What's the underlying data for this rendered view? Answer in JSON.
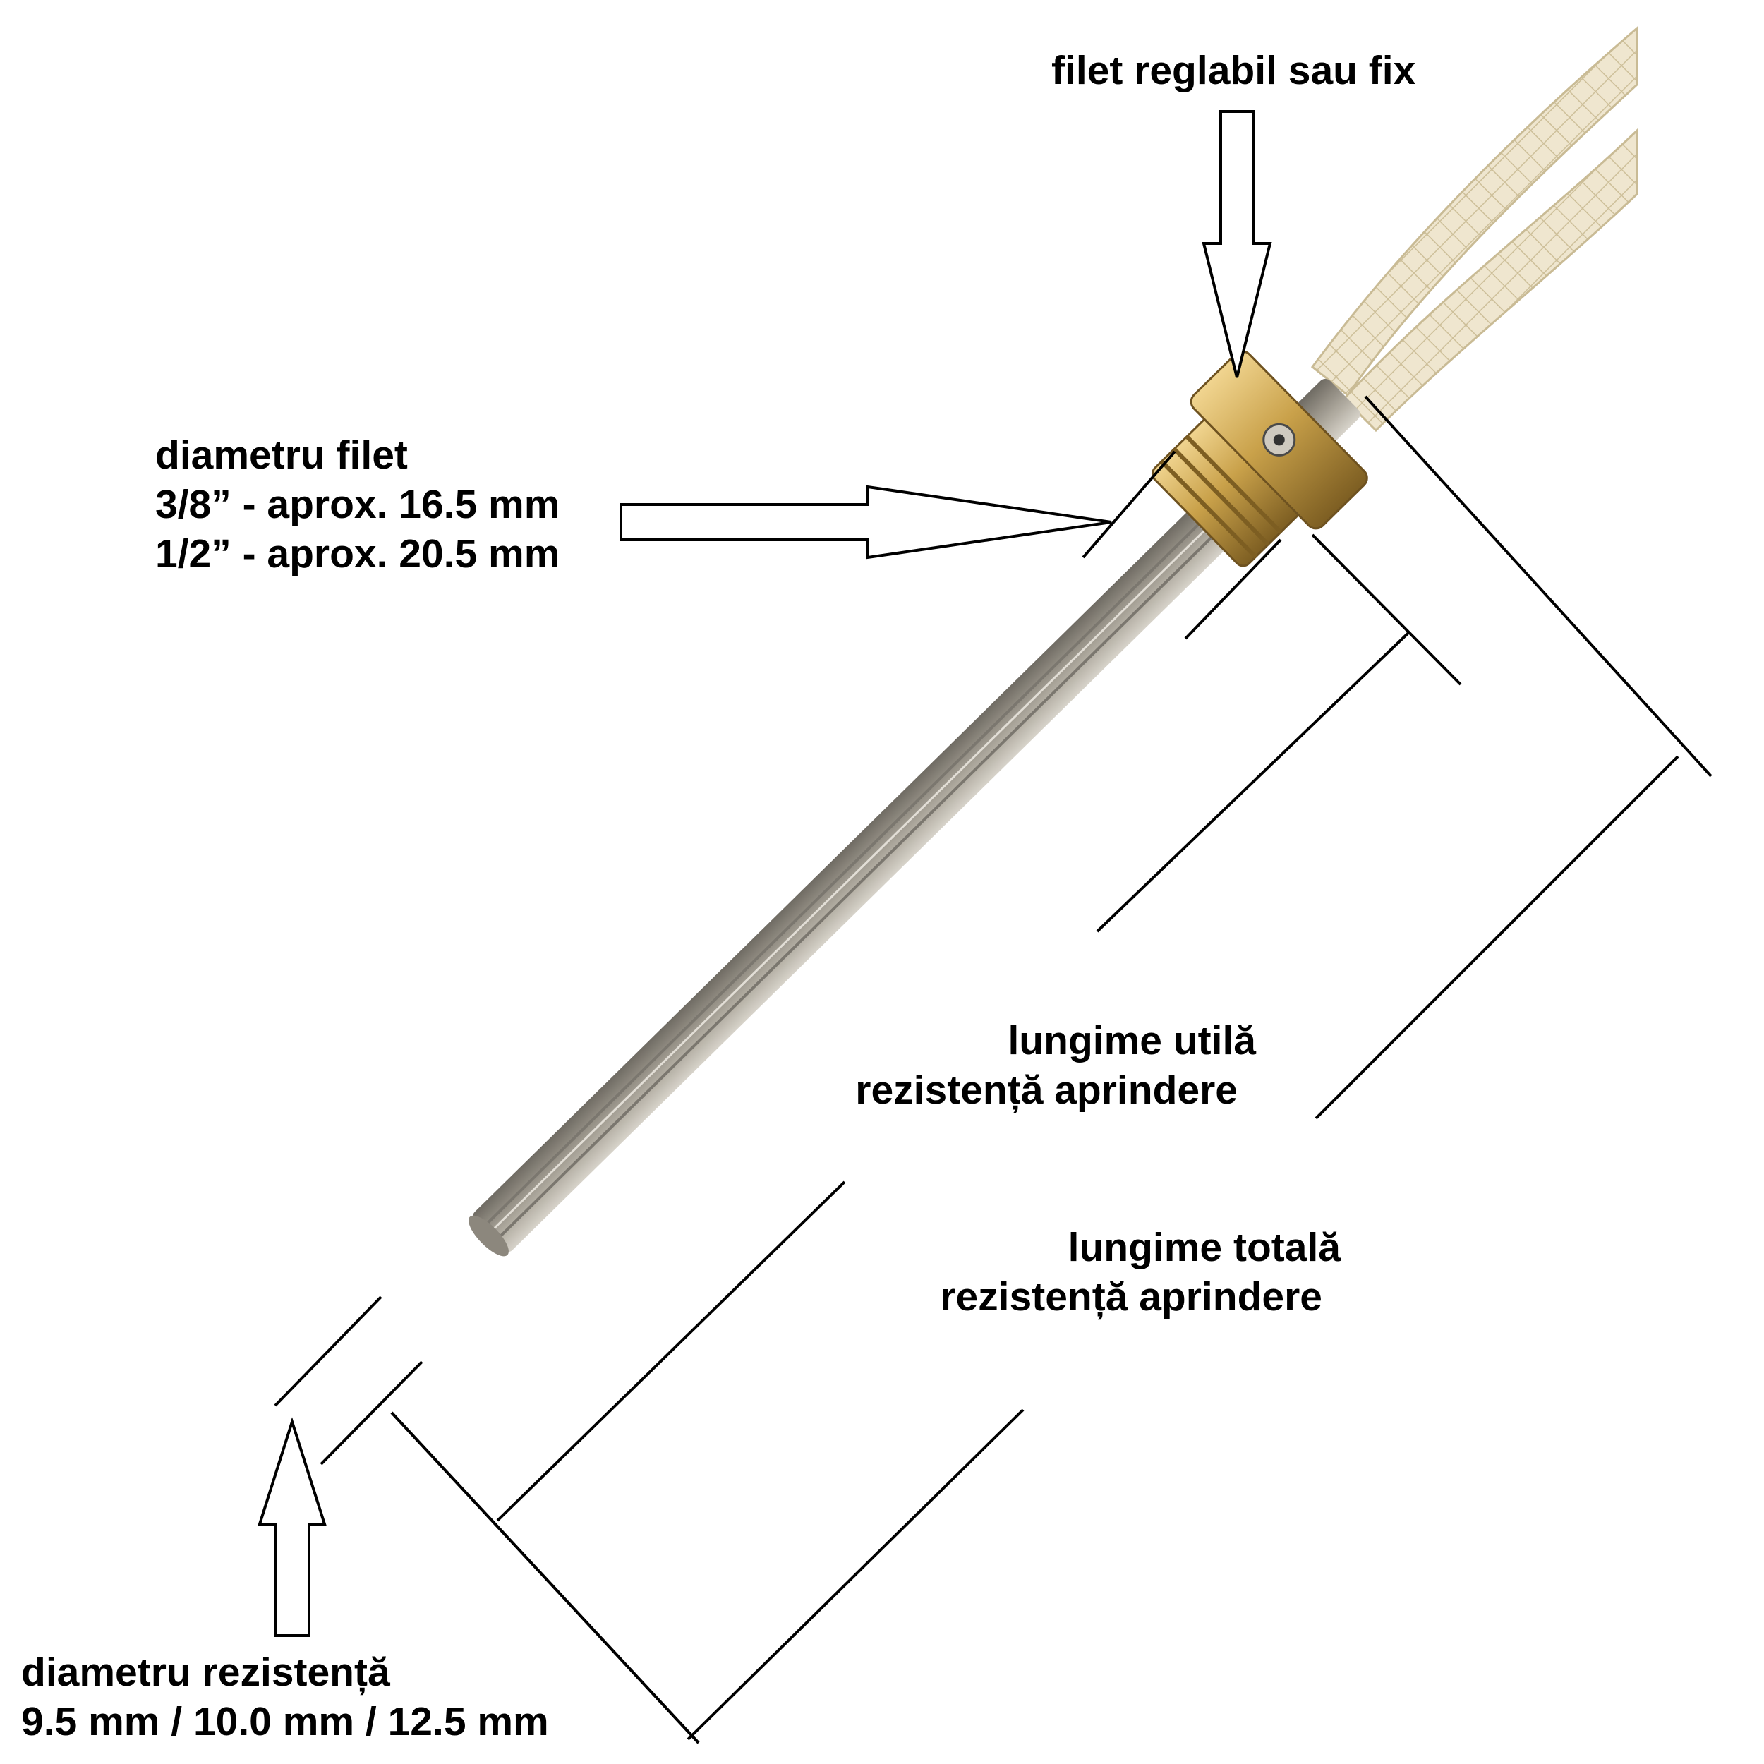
{
  "labels": {
    "thread_type": "filet reglabil sau fix",
    "thread_diameter": {
      "title": "diametru filet",
      "line1": "3/8” - aprox. 16.5 mm",
      "line2": "1/2” - aprox. 20.5 mm"
    },
    "useful_length": {
      "line1": "lungime utilă",
      "line2": "rezistență aprindere"
    },
    "total_length": {
      "line1": "lungime totală",
      "line2": "rezistență aprindere"
    },
    "element_diameter": {
      "title": "diametru rezistență",
      "values": "9.5 mm / 10.0 mm / 12.5 mm"
    }
  },
  "colors": {
    "background": "#ffffff",
    "ink": "#000000",
    "steel": "#a8a398",
    "brass": "#c9a14a",
    "cable": "#efe6cf"
  }
}
